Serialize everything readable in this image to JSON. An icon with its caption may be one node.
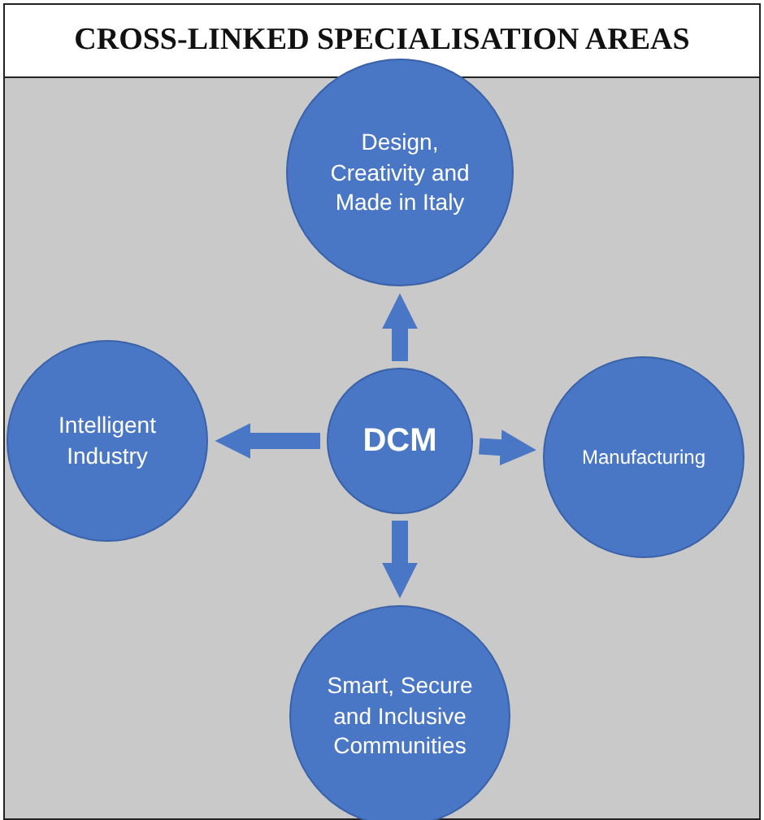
{
  "diagram": {
    "title": "CROSS-LINKED SPECIALISATION AREAS",
    "nodes": [
      {
        "text": [
          "Design, Creativity and Made in Italy"
        ]
      },
      {
        "text": [
          "Intelligent Industry"
        ]
      },
      {
        "text": [
          "DCM"
        ]
      },
      {
        "text": [
          "Manufacturing"
        ]
      },
      {
        "text": [
          "Smart, Secure and Inclusive Communities"
        ]
      }
    ],
    "edges": [
      {
        "from": 2,
        "to": 0,
        "arrow": "to"
      },
      {
        "from": 2,
        "to": 1,
        "arrow": "to"
      },
      {
        "from": 2,
        "to": 3,
        "arrow": "to"
      },
      {
        "from": 2,
        "to": 4,
        "arrow": "to"
      }
    ]
  }
}
